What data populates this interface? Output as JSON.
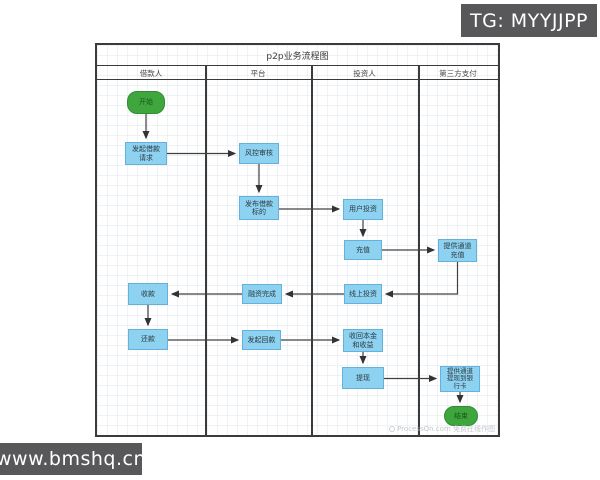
{
  "badges": {
    "top_right": "TG: MYYJJPP",
    "bottom_left": "www.bmshq.cn",
    "bg_color": "#58585a",
    "text_color": "#ffffff"
  },
  "diagram": {
    "title": "p2p业务流程图",
    "lanes": [
      {
        "label": "借款人"
      },
      {
        "label": "平台"
      },
      {
        "label": "投资人"
      },
      {
        "label": "第三方支付"
      }
    ],
    "colors": {
      "node_fill": "#8dd2f1",
      "node_border": "#65b1d9",
      "terminal_fill": "#3fa63e",
      "terminal_border": "#2f8c31",
      "line": "#333333",
      "frame_border": "#3b3b3b"
    },
    "nodes": [
      {
        "id": "start",
        "type": "terminal",
        "lane": "借款人",
        "label": "开始"
      },
      {
        "id": "loan-request",
        "type": "process",
        "lane": "借款人",
        "label": "发起借款\n请求"
      },
      {
        "id": "risk-review",
        "type": "process",
        "lane": "平台",
        "label": "风控审核"
      },
      {
        "id": "publish-loan",
        "type": "process",
        "lane": "平台",
        "label": "发布借款\n标的"
      },
      {
        "id": "user-invest",
        "type": "process",
        "lane": "投资人",
        "label": "用户投资"
      },
      {
        "id": "recharge",
        "type": "process",
        "lane": "投资人",
        "label": "充值"
      },
      {
        "id": "channel-recharge",
        "type": "process",
        "lane": "第三方支付",
        "label": "提供通道\n充值"
      },
      {
        "id": "online-invest",
        "type": "process",
        "lane": "投资人",
        "label": "线上投资"
      },
      {
        "id": "financing-done",
        "type": "process",
        "lane": "平台",
        "label": "融资完成"
      },
      {
        "id": "receive-payment",
        "type": "process",
        "lane": "借款人",
        "label": "收款"
      },
      {
        "id": "repayment",
        "type": "process",
        "lane": "借款人",
        "label": "还款"
      },
      {
        "id": "initiate-return",
        "type": "process",
        "lane": "平台",
        "label": "发起回款"
      },
      {
        "id": "recover-principal",
        "type": "process",
        "lane": "投资人",
        "label": "收回本金\n和收益"
      },
      {
        "id": "withdraw",
        "type": "process",
        "lane": "投资人",
        "label": "提现"
      },
      {
        "id": "channel-withdraw",
        "type": "process",
        "lane": "第三方支付",
        "label": "提供通道\n提现到银\n行卡"
      },
      {
        "id": "end",
        "type": "terminal",
        "lane": "第三方支付",
        "label": "结束"
      }
    ],
    "edges": [
      {
        "from": "start",
        "to": "loan-request"
      },
      {
        "from": "loan-request",
        "to": "risk-review"
      },
      {
        "from": "risk-review",
        "to": "publish-loan"
      },
      {
        "from": "publish-loan",
        "to": "user-invest"
      },
      {
        "from": "user-invest",
        "to": "recharge"
      },
      {
        "from": "recharge",
        "to": "channel-recharge"
      },
      {
        "from": "channel-recharge",
        "to": "online-invest"
      },
      {
        "from": "online-invest",
        "to": "financing-done"
      },
      {
        "from": "financing-done",
        "to": "receive-payment"
      },
      {
        "from": "receive-payment",
        "to": "repayment"
      },
      {
        "from": "repayment",
        "to": "initiate-return"
      },
      {
        "from": "initiate-return",
        "to": "recover-principal"
      },
      {
        "from": "recover-principal",
        "to": "withdraw"
      },
      {
        "from": "withdraw",
        "to": "channel-withdraw"
      },
      {
        "from": "channel-withdraw",
        "to": "end"
      }
    ],
    "watermark": "ProcessOn.com 免费在线作图"
  }
}
